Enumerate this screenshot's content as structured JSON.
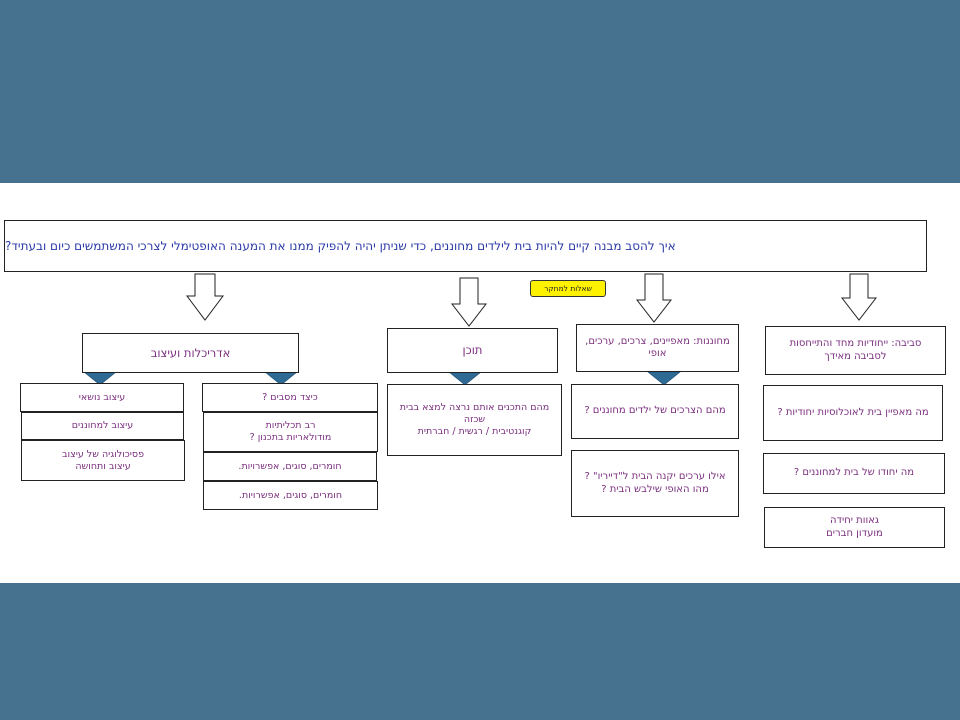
{
  "main_question": "איך להסב מבנה קיים להיות בית לילדים מחוננים, כדי שניתן יהיה להפיק ממנו את המענה האופטימלי לצרכי המשתמשים כיום ובעתיד?",
  "badge": "שאלות למחקר",
  "columns": {
    "architecture": {
      "title": "אדריכלות ועיצוב",
      "left": [
        "עיצוב נושאי",
        "עיצוב למחוננים",
        "פסיכולוגיה של עיצוב\nעיצוב ותחושה"
      ],
      "right": [
        "כיצד מסבים ?",
        "רב תכליתיות\nמודולאריות בתכנון ?",
        "חומרים, סוגים, אפשרויות.",
        "חומרים, סוגים, אפשרויות."
      ]
    },
    "content": {
      "title": "תוכן",
      "items": [
        "מהם התכנים אותם נרצה למצא בבית שכזה\nקוגנטיבית / רגשית / חברתית"
      ]
    },
    "gifted": {
      "title": "מחוננות: מאפיינים, צרכים, ערכים, אופי",
      "items": [
        "מהם הצרכים של ילדים מחוננים ?",
        "אילו ערכים יקנה הבית ל\"דייריו\" ?\nמהו האופי שילבש הבית ?"
      ]
    },
    "environment": {
      "title": "סביבה: ייחודיות מחד והתייחסות לסביבה מאידך",
      "items": [
        "מה מאפיין בית לאוכלוסיות יחודיות ?",
        "מה יחודו של בית למחוננים ?",
        "גאוות יחידה\nמועדון חברים"
      ]
    }
  },
  "colors": {
    "band": "#46728f",
    "arrow_fill": "#2f6a95",
    "text_purple": "#7b2f7f",
    "text_blue": "#2b3aa8",
    "badge": "#fff200"
  }
}
